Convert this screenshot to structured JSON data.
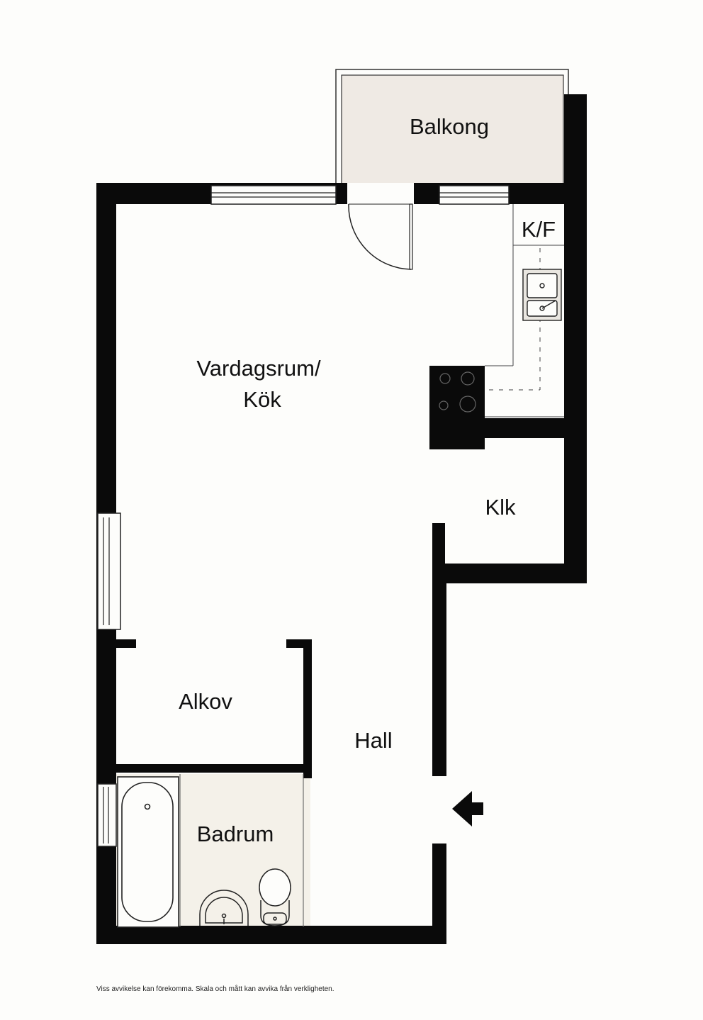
{
  "rooms": {
    "balcony": "Balkong",
    "kf": "K/F",
    "living_line1": "Vardagsrum/",
    "living_line2": "Kök",
    "klk": "Klk",
    "alcove": "Alkov",
    "hall": "Hall",
    "bathroom": "Badrum"
  },
  "disclaimer": "Viss avvikelse kan förekomma. Skala och mått kan avvika från verkligheten.",
  "colors": {
    "wall": "#0a0a0a",
    "floor": "#fdfdfb",
    "balcony_floor": "#efeae4",
    "bathroom_floor": "#f4f1e9"
  },
  "icons": [
    "entrance-arrow-icon",
    "sink-icon",
    "stove-icon",
    "bathtub-icon",
    "washbasin-icon",
    "toilet-icon",
    "door-swing-icon"
  ]
}
